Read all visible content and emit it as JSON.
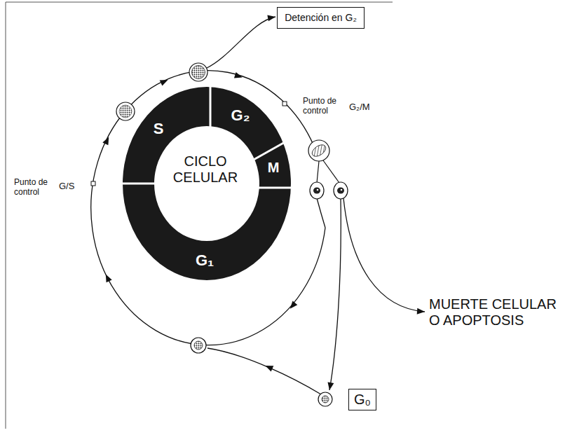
{
  "diagram": {
    "nodes": [
      {
        "text": [
          "Detención en G₂"
        ]
      },
      {
        "text": [
          "G₀"
        ]
      }
    ],
    "labels": [
      "Punto de control",
      "G₂/M",
      "Punto de control",
      "G/S",
      "S",
      "G₂",
      "M",
      "G₁",
      "CICLO CELULAR",
      "MUERTE CELULAR O APOPTOSIS"
    ]
  }
}
